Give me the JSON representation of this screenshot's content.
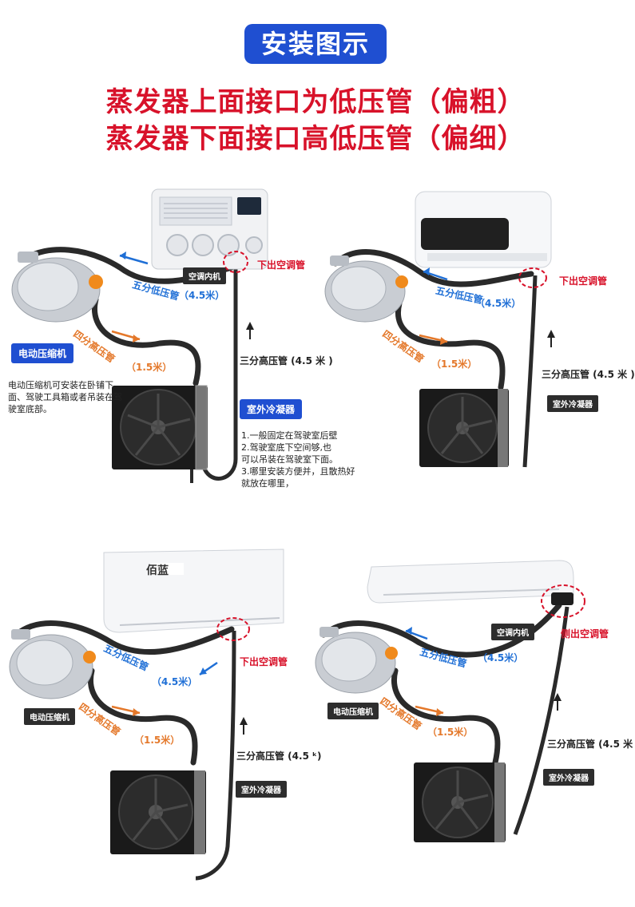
{
  "header": {
    "badge": "安装图示",
    "line1": "蒸发器上面接口为低压管（偏粗）",
    "line2": "蒸发器下面接口高低压管（偏细）"
  },
  "colors": {
    "brand_blue": "#1f4fd1",
    "red": "#d8122a",
    "low_pressure": "#1f6fd6",
    "high_pressure": "#e4782a"
  },
  "panel1": {
    "indoor_unit": "空调内机",
    "outlet_note": "下出空调管",
    "low_pipe": "五分低压管",
    "low_len": "（4.5米）",
    "high_pipe": "四分高压管",
    "high_len": "（1.5米）",
    "three_pipe": "三分高压管 (4.5 米 )",
    "compressor_tag": "电动压缩机",
    "compressor_note": "电动压缩机可安装在卧铺下面、驾驶工具箱或者吊装在驾驶室底部。",
    "condenser_tag": "室外冷凝器",
    "condenser_notes": [
      "1.一般固定在驾驶室后壁",
      "2.驾驶室底下空间够,也",
      "可以吊装在驾驶室下面。",
      "3.哪里安装方便并，且散热好",
      "就放在哪里，"
    ]
  },
  "panel2": {
    "outlet_note": "下出空调管",
    "low_pipe": "五分低压管",
    "low_len": "（4.5米）",
    "high_pipe": "四分高压管",
    "high_len": "（1.5米）",
    "three_pipe": "三分高压管 (4.5 米 )",
    "condenser_tag": "室外冷凝器"
  },
  "panel3": {
    "brand": "佰蓝",
    "outlet_note": "下出空调管",
    "low_pipe": "五分低压管",
    "low_len": "（4.5米）",
    "high_pipe": "四分高压管",
    "high_len": "（1.5米）",
    "three_pipe": "三分高压管 (4.5 ᵏ)",
    "compressor_tag": "电动压缩机",
    "condenser_tag": "室外冷凝器"
  },
  "panel4": {
    "indoor_unit": "空调内机",
    "outlet_note": "侧出空调管",
    "low_pipe": "五分低压管",
    "low_len": "（4.5米）",
    "high_pipe": "四分高压管",
    "high_len": "（1.5米）",
    "three_pipe": "三分高压管 (4.5 米",
    "compressor_tag": "电动压缩机",
    "condenser_tag": "室外冷凝器"
  }
}
